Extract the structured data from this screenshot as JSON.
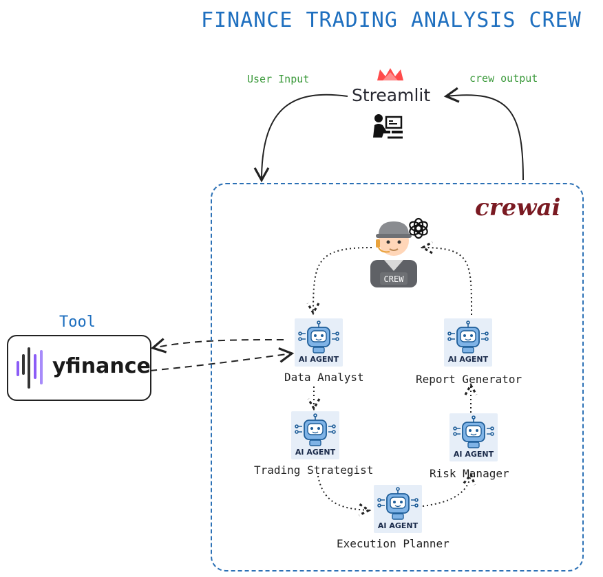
{
  "title": "FINANCE TRADING ANALYSIS CREW",
  "streamlit": {
    "label": "Streamlit",
    "input_label": "User Input",
    "output_label": "crew output"
  },
  "crewai_logo": "crewai",
  "crew_badge": "CREW",
  "tool": {
    "label": "Tool",
    "name": "yfinance"
  },
  "agent_card_title": "AI AGENT",
  "agents": [
    {
      "name": "Data Analyst"
    },
    {
      "name": "Report Generator"
    },
    {
      "name": "Trading Strategist"
    },
    {
      "name": "Risk Manager"
    },
    {
      "name": "Execution Planner"
    }
  ],
  "colors": {
    "title": "#1e6fbf",
    "boundary": "#2b70b5",
    "input_output_labels": "#3c9a3c",
    "streamlit_logo": "#ff4b4b",
    "crewai_logo": "#7a1a22",
    "yfinance_bars": "#8b5cf6"
  },
  "icons": [
    "streamlit-crown-icon",
    "user-desk-icon",
    "crew-manager-icon",
    "openai-icon",
    "robot-icon"
  ]
}
